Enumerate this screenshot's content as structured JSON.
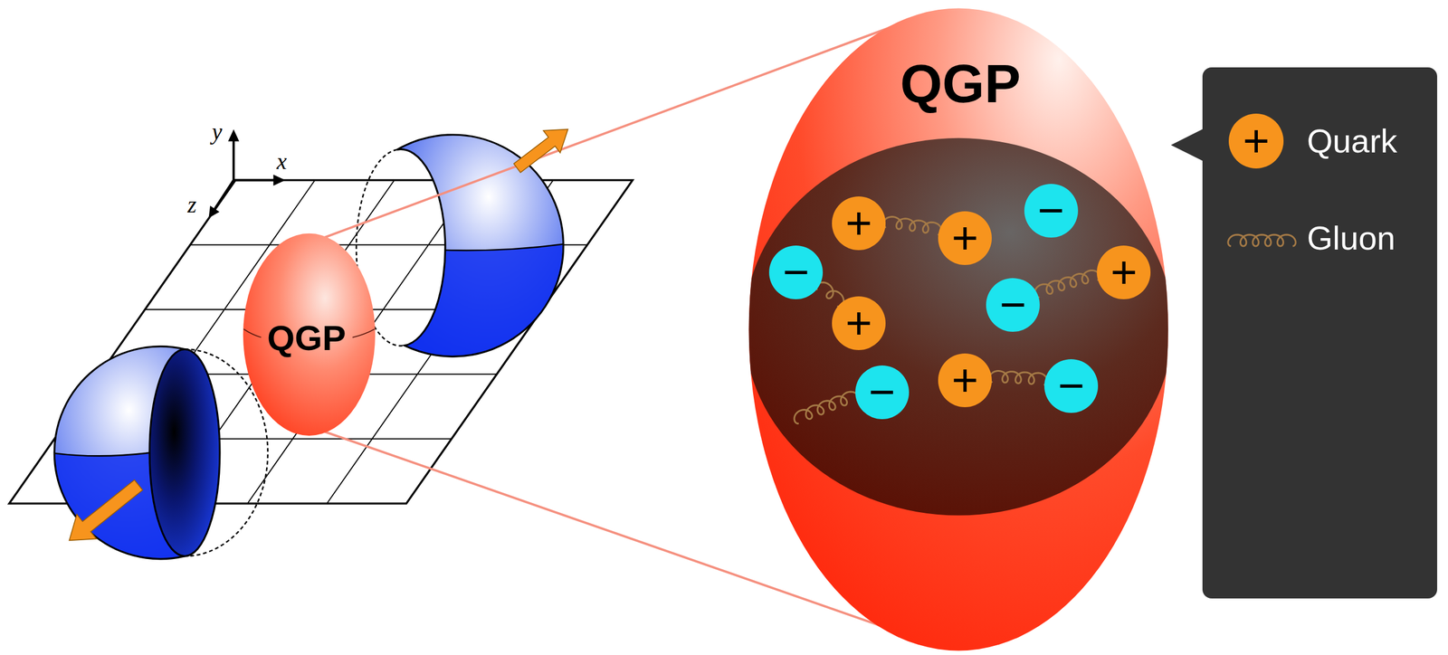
{
  "diagram": {
    "nodes": [
      {
        "text": [
          "QGP"
        ]
      },
      {
        "text": [
          "QGP"
        ]
      },
      {
        "text": [
          "+"
        ],
        "in": 1
      },
      {
        "text": [
          "+"
        ],
        "in": 1
      },
      {
        "text": [
          "−"
        ],
        "in": 1
      },
      {
        "text": [
          "−"
        ],
        "in": 1
      },
      {
        "text": [
          "+"
        ],
        "in": 1
      },
      {
        "text": [
          "−"
        ],
        "in": 1
      },
      {
        "text": [
          "+"
        ],
        "in": 1
      },
      {
        "text": [
          "−"
        ],
        "in": 1
      },
      {
        "text": [
          "+"
        ],
        "in": 1
      },
      {
        "text": [
          "−"
        ],
        "in": 1
      }
    ],
    "edges": [
      {
        "from": 2,
        "to": 3,
        "arrow": "none"
      },
      {
        "from": 5,
        "to": 6,
        "arrow": "none"
      },
      {
        "from": 7,
        "to": 8,
        "arrow": "none"
      },
      {
        "from": 10,
        "to": 11,
        "arrow": "none"
      }
    ],
    "labels": [
      "y",
      "x",
      "z",
      "+"
    ],
    "legend": [
      {
        "text": "Quark",
        "color": "#f7941d"
      },
      {
        "text": "Gluon"
      }
    ]
  }
}
